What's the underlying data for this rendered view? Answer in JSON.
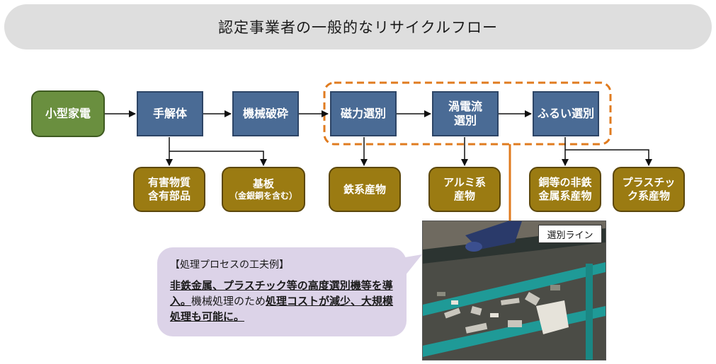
{
  "title": "認定事業者の一般的なリサイクルフロー",
  "flow": {
    "source": "小型家電",
    "steps": [
      "手解体",
      "機械破砕",
      "磁力選別",
      "渦電流選別",
      "ふるい選別"
    ],
    "step_lines": {
      "eddy_line1": "渦電流",
      "eddy_line2": "選別"
    }
  },
  "products": {
    "hazardous_line1": "有害物質",
    "hazardous_line2": "含有部品",
    "board_main": "基板",
    "board_sub": "（金銀銅を含む）",
    "iron": "鉄系産物",
    "alum_line1": "アルミ系",
    "alum_line2": "産物",
    "copper_line1": "銅等の非鉄",
    "copper_line2": "金属系産物",
    "plastic_line1": "プラスチッ",
    "plastic_line2": "ク系産物"
  },
  "photo_label": "選別ライン",
  "callout": {
    "title": "【処理プロセスの工夫例】",
    "part1": "非鉄金属、プラスチック等の高度選別機等を導入。",
    "part2": "機械処理のため",
    "part3": "処理コストが減少、大規模処理も可能に。"
  },
  "colors": {
    "source_box": "#6a8f3f",
    "process_box": "#4a6b95",
    "product_box": "#9b7b12",
    "highlight_dash": "#e07b1f",
    "title_bar": "#dedede",
    "callout_bg": "#dcd3e8"
  }
}
